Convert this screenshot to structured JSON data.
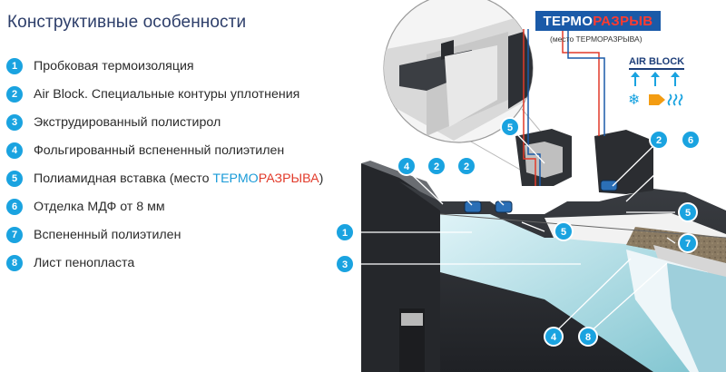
{
  "title": "Конструктивные особенности",
  "legend": [
    {
      "num": "1",
      "text": "Пробковая термоизоляция"
    },
    {
      "num": "2",
      "text": "Air Block. Специальные контуры уплотнения"
    },
    {
      "num": "3",
      "text": "Экструдированный полистирол"
    },
    {
      "num": "4",
      "text": "Фольгированный вспененный полиэтилен"
    },
    {
      "num": "5",
      "text": "Полиамидная вставка (место ",
      "hl_blue": "ТЕРМО",
      "hl_red": "РАЗРЫВА",
      "suffix": ")"
    },
    {
      "num": "6",
      "text": "Отделка МДФ от 8 мм"
    },
    {
      "num": "7",
      "text": "Вспененный полиэтилен"
    },
    {
      "num": "8",
      "text": "Лист пенопласта"
    }
  ],
  "thermobreak": {
    "part_a": "ТЕРМО",
    "part_b": "РАЗРЫВ",
    "subtitle": "(место ТЕРМОРАЗРЫВА)"
  },
  "air_block": {
    "title": "AIR BLOCK"
  },
  "callouts": [
    {
      "num": "5"
    },
    {
      "num": "4"
    },
    {
      "num": "2"
    },
    {
      "num": "2"
    },
    {
      "num": "1"
    },
    {
      "num": "5"
    },
    {
      "num": "3"
    },
    {
      "num": "2"
    },
    {
      "num": "6"
    },
    {
      "num": "5"
    },
    {
      "num": "7"
    },
    {
      "num": "4"
    },
    {
      "num": "8"
    }
  ],
  "colors": {
    "accent": "#1aa3e0",
    "title": "#2d3e6a",
    "red": "#e23a2a",
    "dark": "#2a2c30"
  }
}
